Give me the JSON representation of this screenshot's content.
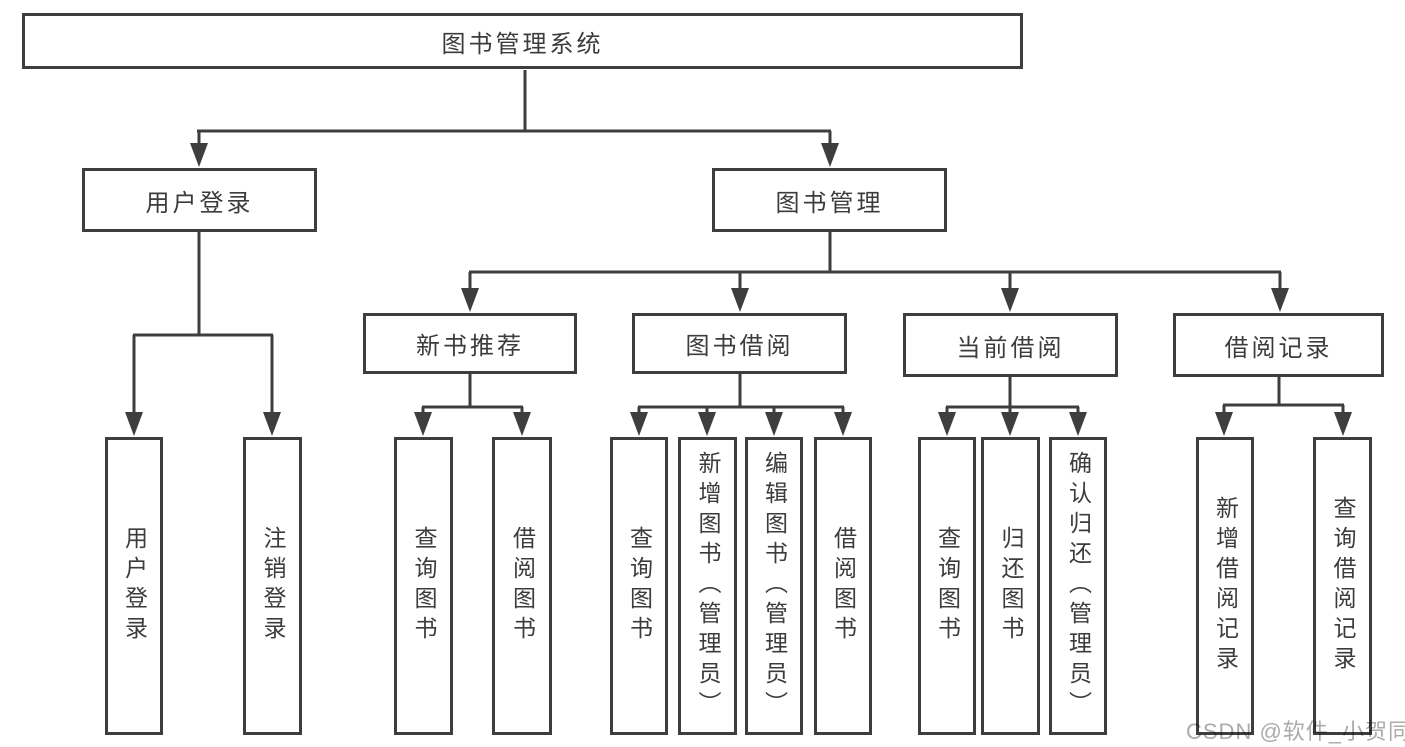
{
  "diagram": {
    "type": "tree",
    "root": {
      "label": "图书管理系统",
      "children": [
        {
          "label": "用户登录",
          "children": [
            {
              "label": "用户登录"
            },
            {
              "label": "注销登录"
            }
          ]
        },
        {
          "label": "图书管理",
          "children": [
            {
              "label": "新书推荐",
              "children": [
                {
                  "label": "查询图书"
                },
                {
                  "label": "借阅图书"
                }
              ]
            },
            {
              "label": "图书借阅",
              "children": [
                {
                  "label": "查询图书"
                },
                {
                  "label": "新增图书（管理员）"
                },
                {
                  "label": "编辑图书（管理员）"
                },
                {
                  "label": "借阅图书"
                }
              ]
            },
            {
              "label": "当前借阅",
              "children": [
                {
                  "label": "查询图书"
                },
                {
                  "label": "归还图书"
                },
                {
                  "label": "确认归还（管理员）"
                }
              ]
            },
            {
              "label": "借阅记录",
              "children": [
                {
                  "label": "新增借阅记录"
                },
                {
                  "label": "查询借阅记录"
                }
              ]
            }
          ]
        }
      ]
    },
    "colors": {
      "line": "#3e3e3e",
      "text": "#3c3c3c",
      "background": "#ffffff",
      "watermark": "#ababab"
    }
  },
  "watermark": {
    "text": "CSDN @软件_小贺同学"
  }
}
